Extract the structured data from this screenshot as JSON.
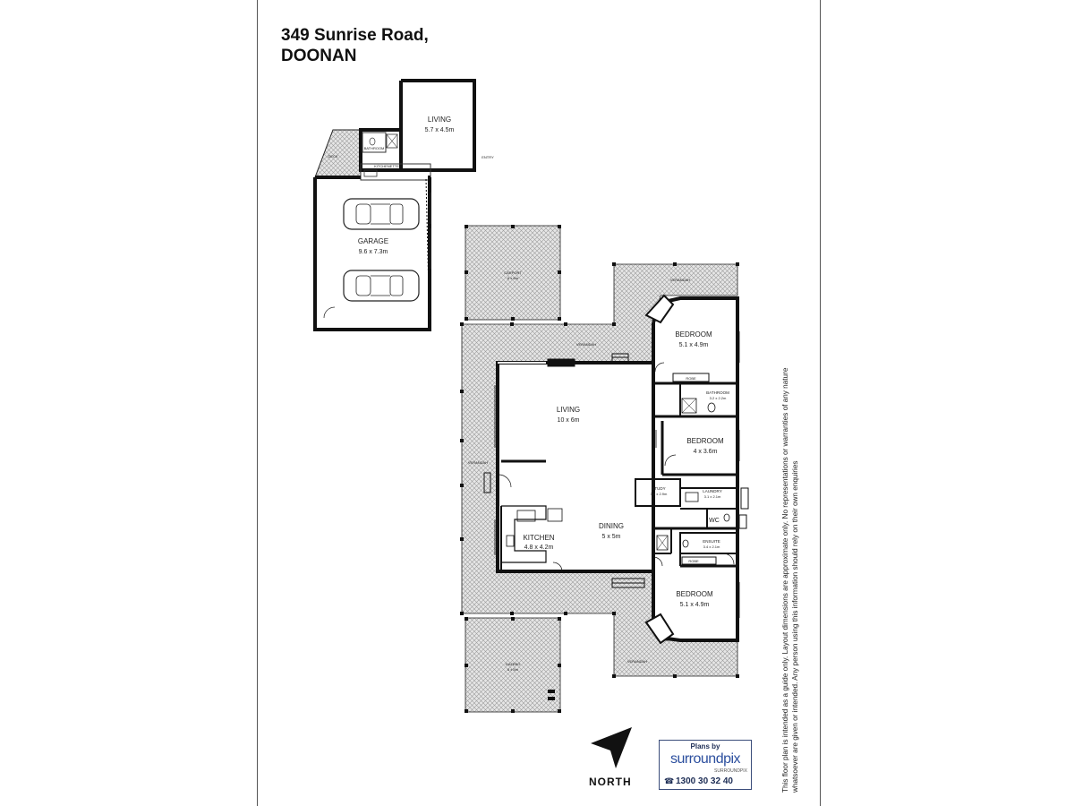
{
  "address": {
    "line1": "349 Sunrise Road,",
    "line2": "DOONAN"
  },
  "rooms": {
    "upper_living": {
      "name": "LIVING",
      "dims": "5.7 x 4.5m"
    },
    "upper_bathroom": {
      "name": "BATHROOM"
    },
    "kitchenette": {
      "name": "KITCHENETTE"
    },
    "deck": {
      "name": "DECK"
    },
    "entry": {
      "name": "ENTRY"
    },
    "garage": {
      "name": "GARAGE",
      "dims": "9.6 x 7.3m"
    },
    "carport": {
      "name": "CARPORT",
      "dims": "6 x 6m"
    },
    "verandah_top": {
      "name": "VERANDAH"
    },
    "verandah_left": {
      "name": "VERANDAH"
    },
    "verandah_right_top": {
      "name": "VERANDAH"
    },
    "verandah_right_bottom": {
      "name": "VERANDAH"
    },
    "living": {
      "name": "LIVING",
      "dims": "10 x 6m"
    },
    "dining": {
      "name": "DINING",
      "dims": "5 x 5m"
    },
    "kitchen": {
      "name": "KITCHEN",
      "dims": "4.8 x 4.2m"
    },
    "bedroom1": {
      "name": "BEDROOM",
      "dims": "5.1 x 4.9m"
    },
    "robe1": {
      "name": "ROBE"
    },
    "bathroom": {
      "name": "BATHROOM",
      "dims": "3.2 x 2.2m"
    },
    "bedroom2": {
      "name": "BEDROOM",
      "dims": "4 x 3.6m"
    },
    "study": {
      "name": "STUDY",
      "dims": "3.4 x 2.9m"
    },
    "laundry": {
      "name": "LAUNDRY",
      "dims": "3.1 x 2.1m"
    },
    "wc": {
      "name": "WC"
    },
    "ensuite": {
      "name": "ENSUITE",
      "dims": "3.4 x 2.1m"
    },
    "robe2": {
      "name": "ROBE"
    },
    "bedroom3": {
      "name": "BEDROOM",
      "dims": "5.1 x 4.9m"
    },
    "gazebo": {
      "name": "GAZEBO",
      "dims": "6 x 5m"
    }
  },
  "disclaimer": "This floor plan is intended as a guide only. Layout dimensions are approximate only. No representations or warranties of any nature whatsoever are given or intended. Any person using this information should rely on their own enquiries",
  "compass": {
    "label": "NORTH"
  },
  "logo": {
    "plans_by": "Plans by",
    "brand": "surroundpix",
    "sub": "SURROUNDPIX",
    "phone": "1300 30 32 40"
  },
  "icons": {
    "compass": "north-arrow-icon",
    "phone": "phone-icon",
    "car": "car-icon"
  }
}
